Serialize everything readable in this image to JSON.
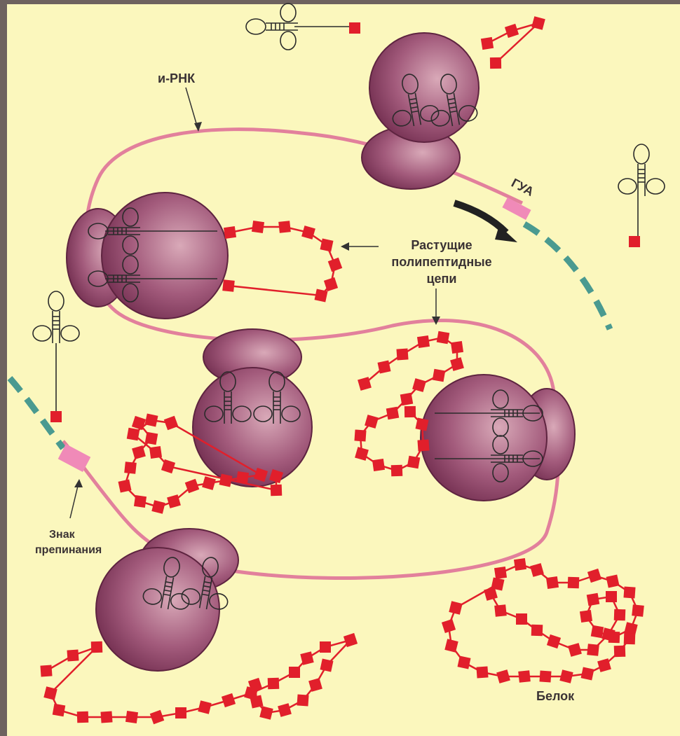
{
  "labels": {
    "mrna": "и-РНК",
    "stop_codon": "ГУА",
    "growing_chains_line1": "Растущие",
    "growing_chains_line2": "полипептидные",
    "growing_chains_line3": "цепи",
    "punctuation_line1": "Знак",
    "punctuation_line2": "препинания",
    "protein": "Белок"
  },
  "colors": {
    "background_frame": "#6e625f",
    "panel": "#fbf7bd",
    "mrna_strand": "#e2809c",
    "ribosome": "#8c3f63",
    "ribosome_dark": "#5e2440",
    "amino_acid": "#e11f2b",
    "codon_marker": "#f08ab8",
    "dashed_strand": "#4a9a90",
    "outline": "#2b2b2b"
  }
}
